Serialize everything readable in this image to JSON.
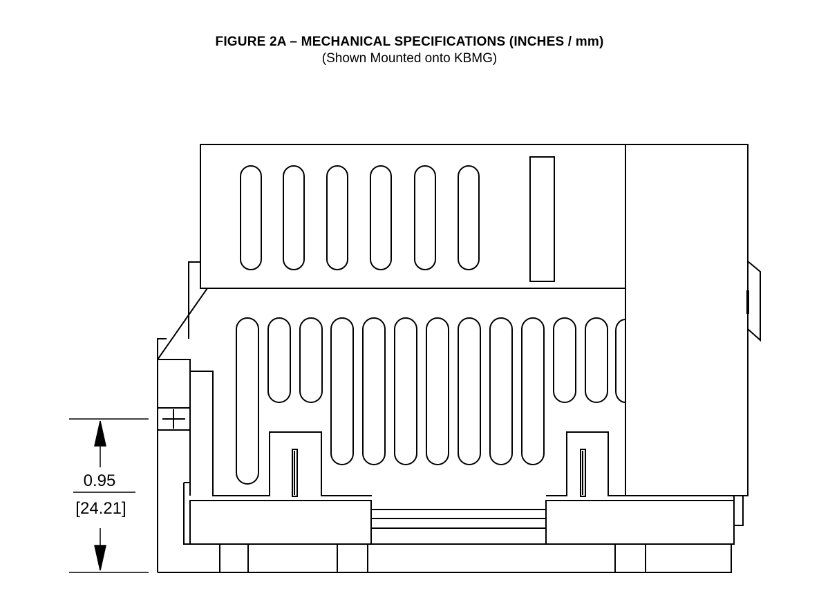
{
  "figure": {
    "title": "FIGURE 2A – MECHANICAL SPECIFICATIONS (INCHES / mm)",
    "subtitle": "(Shown Mounted onto KBMG)"
  },
  "dimension": {
    "inches": "0.95",
    "mm": "[24.21]"
  },
  "colors": {
    "line": "#000000",
    "background": "#ffffff"
  }
}
